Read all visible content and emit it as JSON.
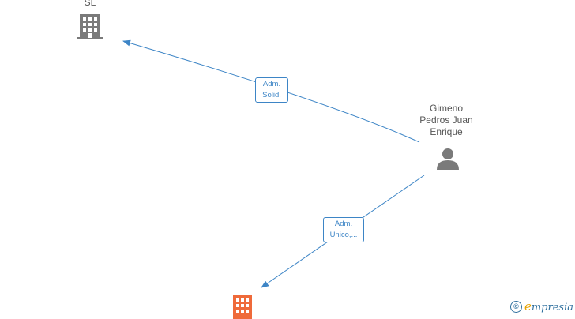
{
  "nodes": {
    "company_top": {
      "label": "SL",
      "type": "company",
      "color": "#7a7a7a"
    },
    "person": {
      "label_lines": [
        "Gimeno",
        "Pedros Juan",
        "Enrique"
      ],
      "type": "person",
      "color": "#7a7a7a"
    },
    "company_bottom": {
      "label": "",
      "type": "company",
      "color": "#ef6a3a"
    }
  },
  "edges": [
    {
      "from": "person",
      "to": "company_top",
      "label_lines": [
        "Adm.",
        "Solid."
      ],
      "color": "#3d85c6"
    },
    {
      "from": "person",
      "to": "company_bottom",
      "label_lines": [
        "Adm.",
        "Unico,..."
      ],
      "color": "#3d85c6"
    }
  ],
  "brand": {
    "copyright": "©",
    "first_letter": "e",
    "rest": "mpresia"
  }
}
